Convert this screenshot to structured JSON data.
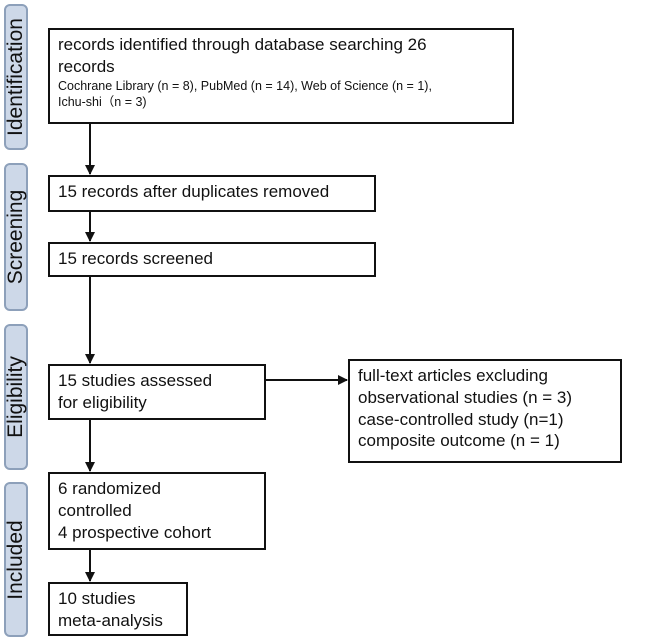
{
  "stages": {
    "identification": "Identification",
    "screening": "Screening",
    "eligibility": "Eligibility",
    "included": "Included"
  },
  "boxes": {
    "identified": {
      "line1": "records identified through database searching 26",
      "line2": "records",
      "line3": "Cochrane Library (n = 8),  PubMed (n = 14), Web of Science (n = 1),",
      "line4": "Ichu-shi（n = 3)"
    },
    "duplicates": {
      "line1": "15 records after duplicates removed"
    },
    "screened": {
      "line1": "15 records screened"
    },
    "assessed": {
      "line1": "15 studies assessed",
      "line2": "for eligibility"
    },
    "excluded": {
      "line1": "full-text articles excluding",
      "line2": "observational studies (n = 3)",
      "line3": "case-controlled study (n=1)",
      "line4": "composite outcome (n = 1)"
    },
    "included_types": {
      "line1": "6 randomized",
      "line2": "controlled",
      "line3": "4 prospective cohort"
    },
    "meta": {
      "line1": "10 studies",
      "line2": "meta-analysis"
    }
  }
}
